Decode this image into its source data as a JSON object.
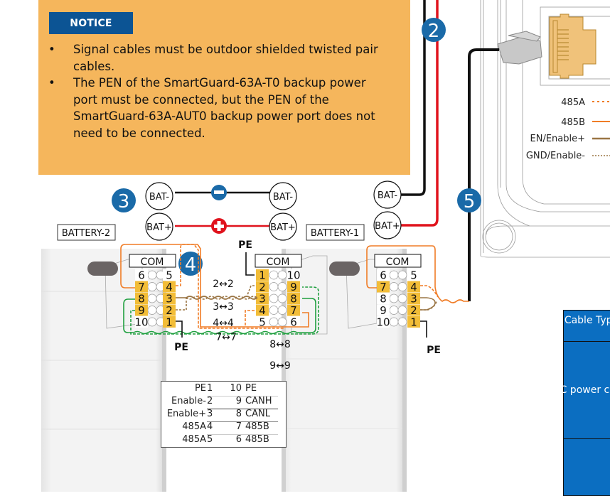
{
  "notice": {
    "tag": "NOTICE",
    "items": [
      {
        "bullet": "•",
        "text": "Signal cables must be outdoor shielded twisted pair cables."
      },
      {
        "bullet": "•",
        "text": "The PEN of the SmartGuard-63A-T0 backup power port must be connected, but the PEN of the SmartGuard-63A-AUT0 backup power port does not need to be connected."
      }
    ]
  },
  "callouts": [
    "2",
    "3",
    "4",
    "5"
  ],
  "terminals": {
    "bat_minus": "BAT-",
    "bat_plus": "BAT+"
  },
  "polarity": {
    "minus": "−",
    "plus": "+"
  },
  "batteries": {
    "battery2": "BATTERY-2",
    "battery1": "BATTERY-1"
  },
  "com_label": "COM",
  "pe_label": "PE",
  "connector_pins": {
    "left_column": [
      "6",
      "7",
      "8",
      "9",
      "10"
    ],
    "right_column": [
      "5",
      "4",
      "3",
      "2",
      "1"
    ],
    "middle_left_column": [
      "1",
      "2",
      "3",
      "4",
      "5"
    ],
    "middle_right_column": [
      "10",
      "9",
      "8",
      "7",
      "6"
    ],
    "highlighted_pins": [
      "7",
      "8",
      "9",
      "4",
      "3",
      "2",
      "1"
    ]
  },
  "pin_mappings": [
    "2↔2",
    "3↔3",
    "4↔4",
    "7↔7",
    "8↔8",
    "9↔9"
  ],
  "signal_legend": [
    {
      "label": "485A",
      "style": "dashed",
      "color": "#f07c26"
    },
    {
      "label": "485B",
      "style": "solid",
      "color": "#f07c26"
    },
    {
      "label": "EN/Enable+",
      "style": "solid",
      "color": "#9a7544"
    },
    {
      "label": "GND/Enable-",
      "style": "dotted",
      "color": "#9a7544"
    }
  ],
  "pin_table": {
    "rows": [
      {
        "left_label": "PE",
        "left_pin": "1",
        "right_pin": "10",
        "right_label": "PE"
      },
      {
        "left_label": "Enable-",
        "left_pin": "2",
        "right_pin": "9",
        "right_label": "CANH"
      },
      {
        "left_label": "Enable+",
        "left_pin": "3",
        "right_pin": "8",
        "right_label": "CANL"
      },
      {
        "left_label": "485A",
        "left_pin": "4",
        "right_pin": "7",
        "right_label": "485B"
      },
      {
        "left_label": "485A",
        "left_pin": "5",
        "right_pin": "6",
        "right_label": "485B"
      }
    ]
  },
  "cable_table": {
    "header": "Cable Type",
    "rows": [
      "DC power cable"
    ]
  },
  "colors": {
    "notice_bg": "#f5b65c",
    "notice_tag": "#0c5494",
    "callout_blue": "#1a6aa8",
    "pin_yellow": "#f2bd38",
    "wire_red": "#e0131d",
    "wire_black": "#111111",
    "wire_orange": "#f07c26",
    "wire_brown": "#9a7544",
    "wire_green": "#20a040",
    "cable_table_bg": "#0b6ec1"
  }
}
